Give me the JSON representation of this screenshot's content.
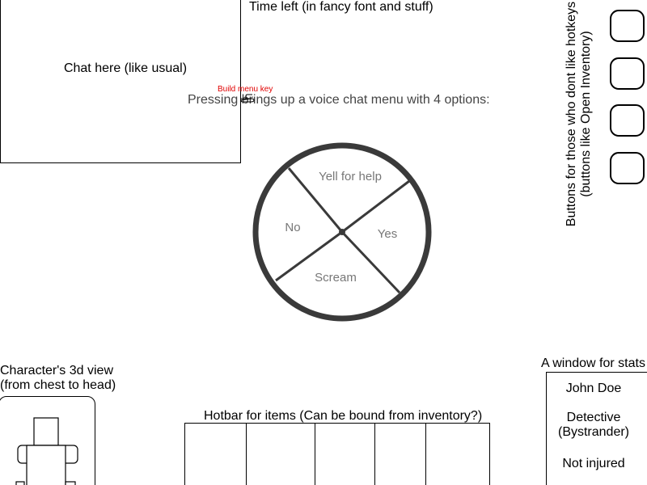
{
  "chat": {
    "label": "Chat here (like usual)"
  },
  "time_left": {
    "label": "Time left (in fancy font and stuff)"
  },
  "voice_menu": {
    "build_menu_key": "Build menu key",
    "instruction": "Pressing    brings up a voice chat menu with 4 options:",
    "options": {
      "top": "Yell for help",
      "left": "No",
      "right": "Yes",
      "bottom": "Scream"
    }
  },
  "side_buttons": {
    "note_line1": "Buttons for those who dont like hotkeys",
    "note_line2": "(buttons like Open Inventory)",
    "count": 4
  },
  "character_view": {
    "line1": "Character's 3d view",
    "line2": "(from chest to head)"
  },
  "hotbar": {
    "label": "Hotbar for items (Can be bound from inventory?)",
    "slot_count": 5
  },
  "stats": {
    "title": "A window for stats",
    "name": "John Doe",
    "role_line1": "Detective",
    "role_line2": "(Bystrander)",
    "status": "Not injured"
  },
  "colors": {
    "annotation": "#e00000",
    "wheel_stroke": "#3a3a3a",
    "wheel_text": "#777777"
  }
}
